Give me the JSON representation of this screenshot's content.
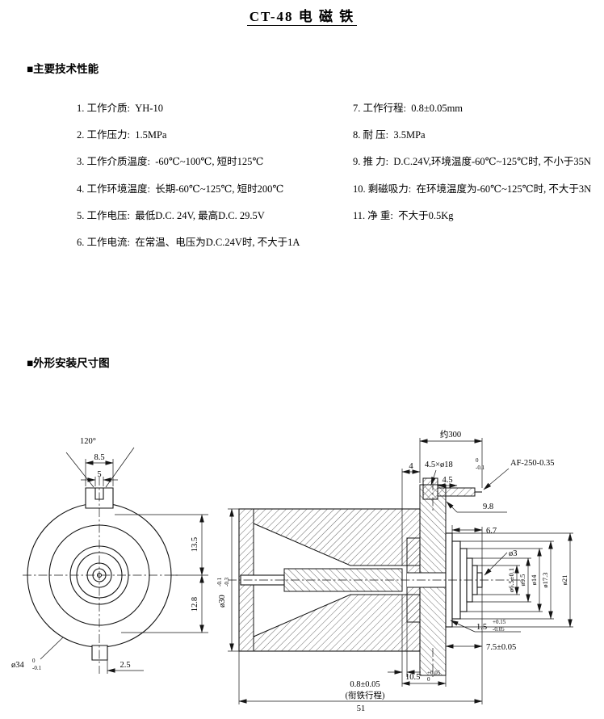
{
  "title": "CT-48 电 磁 铁",
  "sections": {
    "specs_header": "■主要技术性能",
    "drawing_header": "■外形安装尺寸图"
  },
  "specs_left": [
    "1. 工作介质:  YH-10",
    "2. 工作压力:  1.5MPa",
    "3. 工作介质温度:  -60℃~100℃, 短时125℃",
    "4. 工作环境温度:  长期-60℃~125℃, 短时200℃",
    "5. 工作电压:  最低D.C. 24V, 最高D.C. 29.5V",
    "6. 工作电流:  在常温、电压为D.C.24V时, 不大于1A"
  ],
  "specs_right": [
    "7. 工作行程:  0.8±0.05mm",
    "8. 耐 压:  3.5MPa",
    "9. 推 力:  D.C.24V,环境温度-60℃~125℃时, 不小于35N",
    "10. 剩磁吸力:  在环境温度为-60℃~125℃时, 不大于3N",
    "11. 净 重:  不大于0.5Kg"
  ],
  "front_view": {
    "angle_120": "120°",
    "dim_8_5": "8.5",
    "dim_5": "5",
    "dim_13_5": "13.5",
    "dim_12_8": "12.8",
    "dia_34": "ø34",
    "dia_34_tol_upper": "0",
    "dia_34_tol_lower": "-0.1",
    "dim_2_5": "2.5"
  },
  "section_view": {
    "wire_length": "约300",
    "dim_4": "4",
    "holes": "4.5×ø18",
    "holes_tol_upper": "0",
    "holes_tol_lower": "-0.1",
    "dim_4_5": "4.5",
    "wire_label": "AF-250-0.35",
    "dim_9_8": "9.8",
    "dim_6_7": "6.7",
    "dia_3": "ø3",
    "dia_6_5": "ø6.5±0.1",
    "dia_9_5": "ø9.5",
    "dia_14": "ø14",
    "dia_17_3": "ø17.3",
    "dia_21": "ø21",
    "dia_30": "ø30",
    "dia_30_tol_upper": "-0.1",
    "dia_30_tol_lower": "-0.3",
    "dim_1_5": "1.5",
    "dim_1_5_tol_upper": "+0.15",
    "dim_1_5_tol_lower": "-0.05",
    "dim_7_5": "7.5±0.05",
    "stroke_dim": "0.8±0.05",
    "stroke_note": "(衔铁行程)",
    "dim_10_5": "10.5",
    "dim_10_5_tol_upper": "+0.05",
    "dim_10_5_tol_lower": "0",
    "dim_51": "51"
  }
}
